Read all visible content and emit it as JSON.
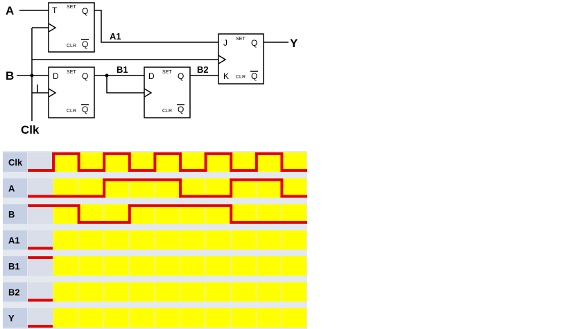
{
  "circuit": {
    "inputs": {
      "a": "A",
      "b": "B",
      "clk": "Clk"
    },
    "output": "Y",
    "nets": {
      "a1": "A1",
      "b1": "B1",
      "b2": "B2"
    },
    "flipflops": [
      {
        "id": "ff-t",
        "type": "T",
        "in1": "T",
        "set": "SET",
        "clr": "CLR",
        "q": "Q",
        "qbar": "Q"
      },
      {
        "id": "ff-d1",
        "type": "D",
        "in1": "D",
        "set": "SET",
        "clr": "CLR",
        "q": "Q",
        "qbar": "Q"
      },
      {
        "id": "ff-d2",
        "type": "D",
        "in1": "D",
        "set": "SET",
        "clr": "CLR",
        "q": "Q",
        "qbar": "Q"
      },
      {
        "id": "ff-jk",
        "type": "JK",
        "in1": "J",
        "in2": "K",
        "set": "SET",
        "clr": "CLR",
        "q": "Q",
        "qbar": "Q"
      }
    ]
  },
  "timing": {
    "colors": {
      "label_bg": "#c5d0e4",
      "init_bg": "#d9dee9",
      "stripe": "#ffff00",
      "gap": "#e4e8ef",
      "trace": "#e30000"
    },
    "half_periods": 10,
    "rows": [
      {
        "label": "Clk",
        "levels": [
          0,
          1,
          0,
          1,
          0,
          1,
          0,
          1,
          0,
          1,
          0
        ]
      },
      {
        "label": "A",
        "levels": [
          0,
          0,
          0,
          1,
          1,
          1,
          0,
          0,
          1,
          1,
          0
        ]
      },
      {
        "label": "B",
        "levels": [
          1,
          1,
          0,
          0,
          1,
          1,
          1,
          1,
          0,
          0,
          0
        ]
      },
      {
        "label": "A1",
        "levels": [
          0
        ]
      },
      {
        "label": "B1",
        "levels": [
          1
        ]
      },
      {
        "label": "B2",
        "levels": [
          0
        ]
      },
      {
        "label": "Y",
        "levels": [
          0
        ]
      }
    ]
  }
}
